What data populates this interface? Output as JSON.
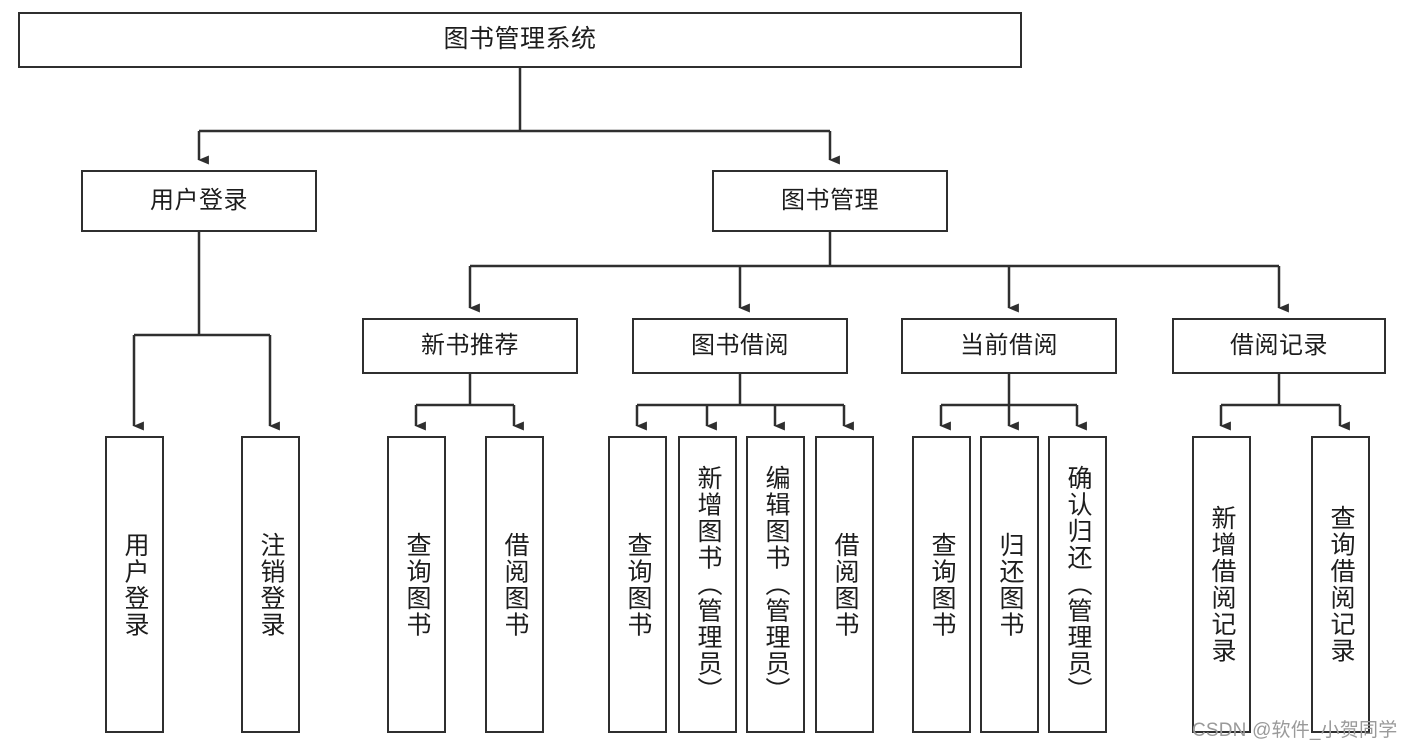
{
  "diagram": {
    "title": "图书管理系统",
    "type": "hierarchy-tree",
    "background_color": "#ffffff",
    "node_border_color": "#2f2f2f",
    "edge_color": "#2f2f2f",
    "text_color": "#1d1d1d"
  },
  "nodes": {
    "root": {
      "label": "图书管理系统"
    },
    "level2": [
      {
        "label": "用户登录"
      },
      {
        "label": "图书管理"
      }
    ],
    "level3": [
      {
        "label": "新书推荐"
      },
      {
        "label": "图书借阅"
      },
      {
        "label": "当前借阅"
      },
      {
        "label": "借阅记录"
      }
    ],
    "leaves": {
      "user_login": [
        {
          "label": "用户登录"
        },
        {
          "label": "注销登录"
        }
      ],
      "new_book_recommend": [
        {
          "label": "查询图书"
        },
        {
          "label": "借阅图书"
        }
      ],
      "book_borrow": [
        {
          "label": "查询图书"
        },
        {
          "label": "新增图书（管理员）"
        },
        {
          "label": "编辑图书（管理员）"
        },
        {
          "label": "借阅图书"
        }
      ],
      "current_borrow": [
        {
          "label": "查询图书"
        },
        {
          "label": "归还图书"
        },
        {
          "label": "确认归还（管理员）"
        }
      ],
      "borrow_record": [
        {
          "label": "新增借阅记录"
        },
        {
          "label": "查询借阅记录"
        }
      ]
    }
  },
  "watermark": {
    "text": "CSDN @软件_小贺同学",
    "color": "#9a9a9a"
  }
}
